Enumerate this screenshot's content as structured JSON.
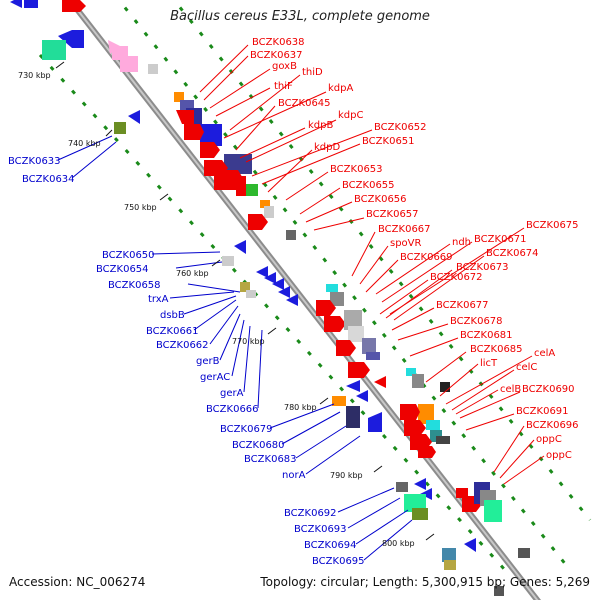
{
  "title": "Bacillus cereus E33L, complete genome",
  "accession": "Accession: NC_006274",
  "summary": "Topology: circular; Length: 5,300,915 bp; Genes: 5,269",
  "colors": {
    "forward_label": "#ee0000",
    "reverse_label": "#0000cc",
    "backbone": "#8c8c8c"
  },
  "kbp_marks": [
    "730 kbp",
    "740 kbp",
    "750 kbp",
    "760 kbp",
    "770 kbp",
    "780 kbp",
    "790 kbp",
    "800 kbp"
  ],
  "forward_genes": [
    "BCZK0638",
    "BCZK0637",
    "goxB",
    "thiD",
    "thiF",
    "kdpA",
    "BCZK0645",
    "kdpC",
    "kdpB",
    "BCZK0652",
    "BCZK0651",
    "kdpD",
    "BCZK0653",
    "BCZK0655",
    "BCZK0656",
    "BCZK0657",
    "BCZK0667",
    "spoVR",
    "ndh",
    "BCZK0671",
    "BCZK0675",
    "BCZK0669",
    "BCZK0674",
    "BCZK0673",
    "BCZK0672",
    "BCZK0677",
    "BCZK0678",
    "BCZK0681",
    "BCZK0685",
    "celA",
    "licT",
    "celC",
    "celB",
    "BCZK0690",
    "BCZK0691",
    "BCZK0696",
    "oppC",
    "oppC"
  ],
  "reverse_genes": [
    "BCZK0633",
    "BCZK0634",
    "BCZK0650",
    "BCZK0654",
    "BCZK0658",
    "trxA",
    "dsbB",
    "BCZK0661",
    "BCZK0662",
    "gerB",
    "gerAC",
    "gerA",
    "BCZK0666",
    "BCZK0679",
    "BCZK0680",
    "BCZK0683",
    "norA",
    "BCZK0692",
    "BCZK0693",
    "BCZK0694",
    "BCZK0695"
  ]
}
